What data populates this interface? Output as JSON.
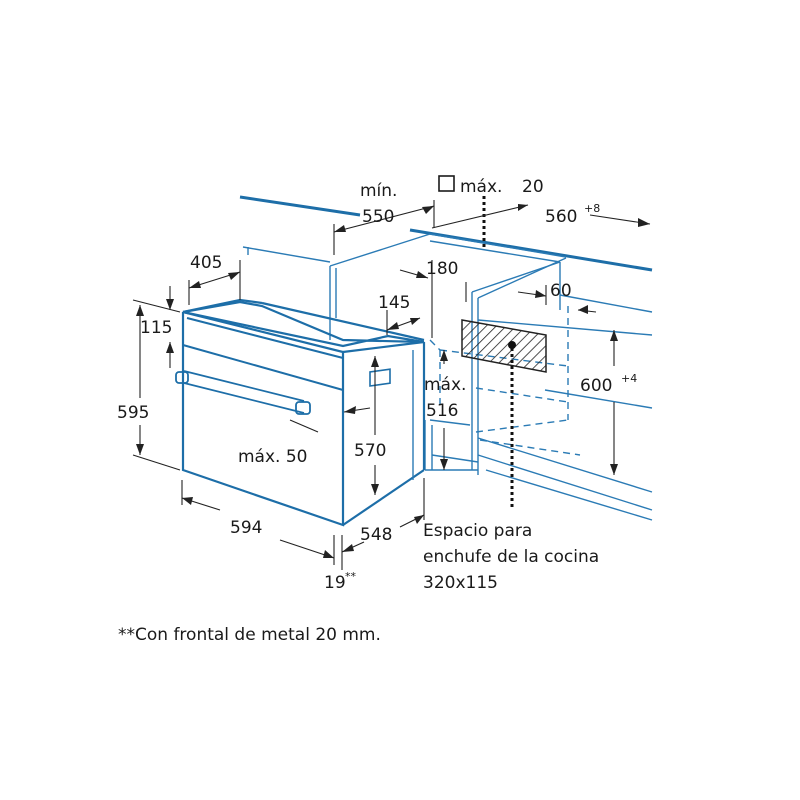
{
  "labels": {
    "min_caption": "mín.",
    "min_value": "550",
    "max_square_caption": "máx.",
    "max_square_value": "20",
    "depth_560": "560",
    "depth_560_sup": "+8",
    "dim_405": "405",
    "dim_180": "180",
    "dim_145": "145",
    "dim_60": "60",
    "dim_115": "115",
    "dim_595": "595",
    "dim_600": "600",
    "dim_600_sup": "+4",
    "max_516_caption": "máx.",
    "max_516_value": "516",
    "dim_570": "570",
    "max_50": "máx. 50",
    "dim_594": "594",
    "dim_548": "548",
    "dim_19": "19",
    "dim_19_sup": "**",
    "socket_line1": "Espacio para",
    "socket_line2": "enchufe de la cocina",
    "socket_line3": "320x115",
    "footnote": "**Con frontal de metal 20 mm."
  },
  "colors": {
    "outline": "#1d6ea8",
    "dimension": "#222222",
    "text": "#1a1a1a"
  }
}
